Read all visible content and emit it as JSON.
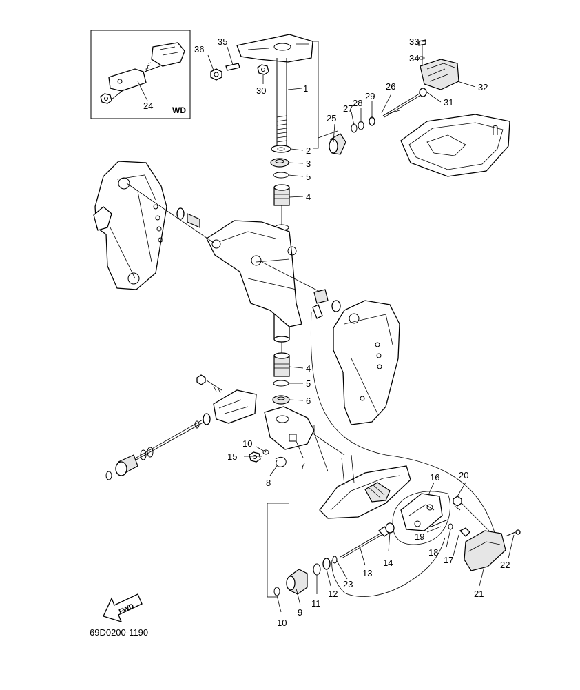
{
  "diagram_code": "69D0200-1190",
  "inset": {
    "label": "WD",
    "callout": "24"
  },
  "fwd_label": "FWD",
  "parts": [
    {
      "number": "1"
    },
    {
      "number": "2"
    },
    {
      "number": "3"
    },
    {
      "number": "5"
    },
    {
      "number": "4"
    },
    {
      "number": "4"
    },
    {
      "number": "5"
    },
    {
      "number": "6"
    },
    {
      "number": "7"
    },
    {
      "number": "8"
    },
    {
      "number": "9"
    },
    {
      "number": "10"
    },
    {
      "number": "10"
    },
    {
      "number": "11"
    },
    {
      "number": "12"
    },
    {
      "number": "13"
    },
    {
      "number": "14"
    },
    {
      "number": "15"
    },
    {
      "number": "16"
    },
    {
      "number": "17"
    },
    {
      "number": "18"
    },
    {
      "number": "19"
    },
    {
      "number": "20"
    },
    {
      "number": "21"
    },
    {
      "number": "22"
    },
    {
      "number": "23"
    },
    {
      "number": "25"
    },
    {
      "number": "26"
    },
    {
      "number": "27"
    },
    {
      "number": "28"
    },
    {
      "number": "29"
    },
    {
      "number": "30"
    },
    {
      "number": "31"
    },
    {
      "number": "32"
    },
    {
      "number": "33"
    },
    {
      "number": "34"
    },
    {
      "number": "35"
    },
    {
      "number": "36"
    }
  ]
}
